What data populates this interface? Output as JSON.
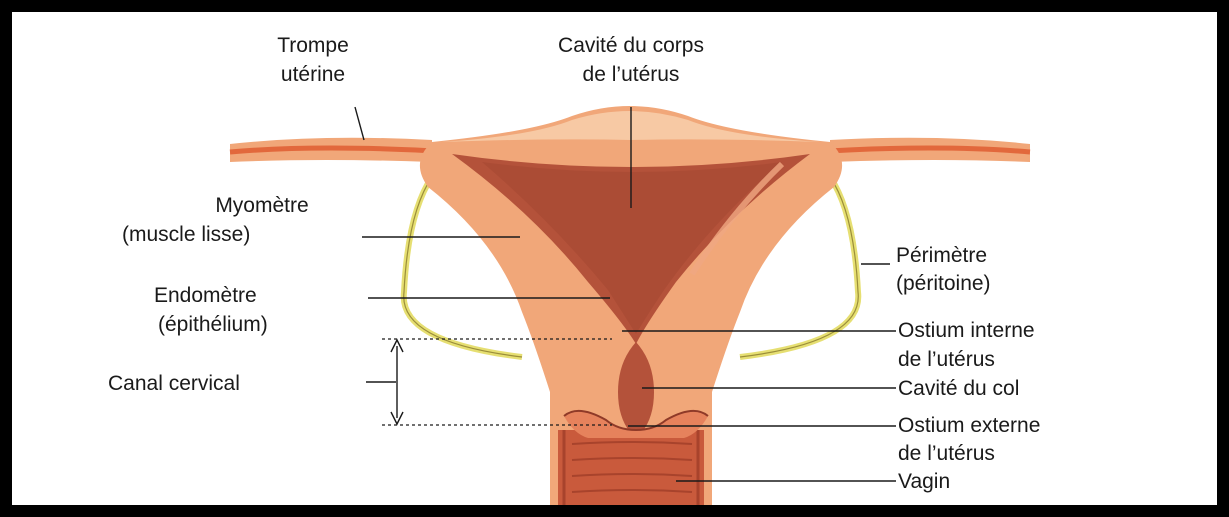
{
  "labels": {
    "trompe_1": "Trompe",
    "trompe_2": "utérine",
    "cavite_corps_1": "Cavité du corps",
    "cavite_corps_2": "de l’utérus",
    "myometre_1": "Myomètre",
    "myometre_2": "(muscle lisse)",
    "endometre_1": "Endomètre",
    "endometre_2": "(épithélium)",
    "canal_cervical": "Canal cervical",
    "perimetre_1": "Périmètre",
    "perimetre_2": "(péritoine)",
    "ostium_interne_1": "Ostium interne",
    "ostium_interne_2": "de l’utérus",
    "cavite_col": "Cavité du col",
    "ostium_externe_1": "Ostium externe",
    "ostium_externe_2": "de l’utérus",
    "vagin": "Vagin"
  },
  "colors": {
    "border": "#000000",
    "background": "#ffffff",
    "uterus_fill": "#f1a779",
    "uterus_highlight": "#f7c9a4",
    "tube": "#e2683c",
    "cavity": "#b4523a",
    "cavity_dark": "#8f3a28",
    "peritoneum": "#e6df72",
    "leader_line": "#1a1a1a"
  }
}
